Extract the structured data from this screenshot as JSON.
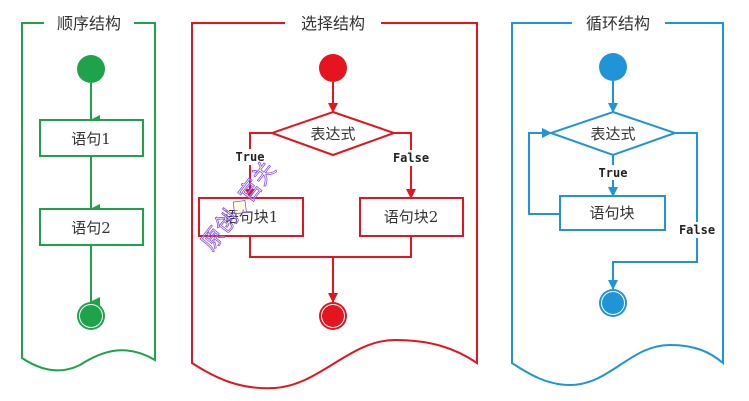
{
  "panels": {
    "sequence": {
      "title": "顺序结构",
      "color": "#1fa34a",
      "statements": [
        "语句1",
        "语句2"
      ]
    },
    "selection": {
      "title": "选择结构",
      "color": "#e5141e",
      "condition": "表达式",
      "true_label": "True",
      "false_label": "False",
      "true_block": "语句块1",
      "false_block": "语句块2"
    },
    "loop": {
      "title": "循环结构",
      "color": "#1f95d8",
      "condition": "表达式",
      "true_label": "True",
      "false_label": "False",
      "body_block": "语句块"
    }
  },
  "watermark": "原创◆官关"
}
